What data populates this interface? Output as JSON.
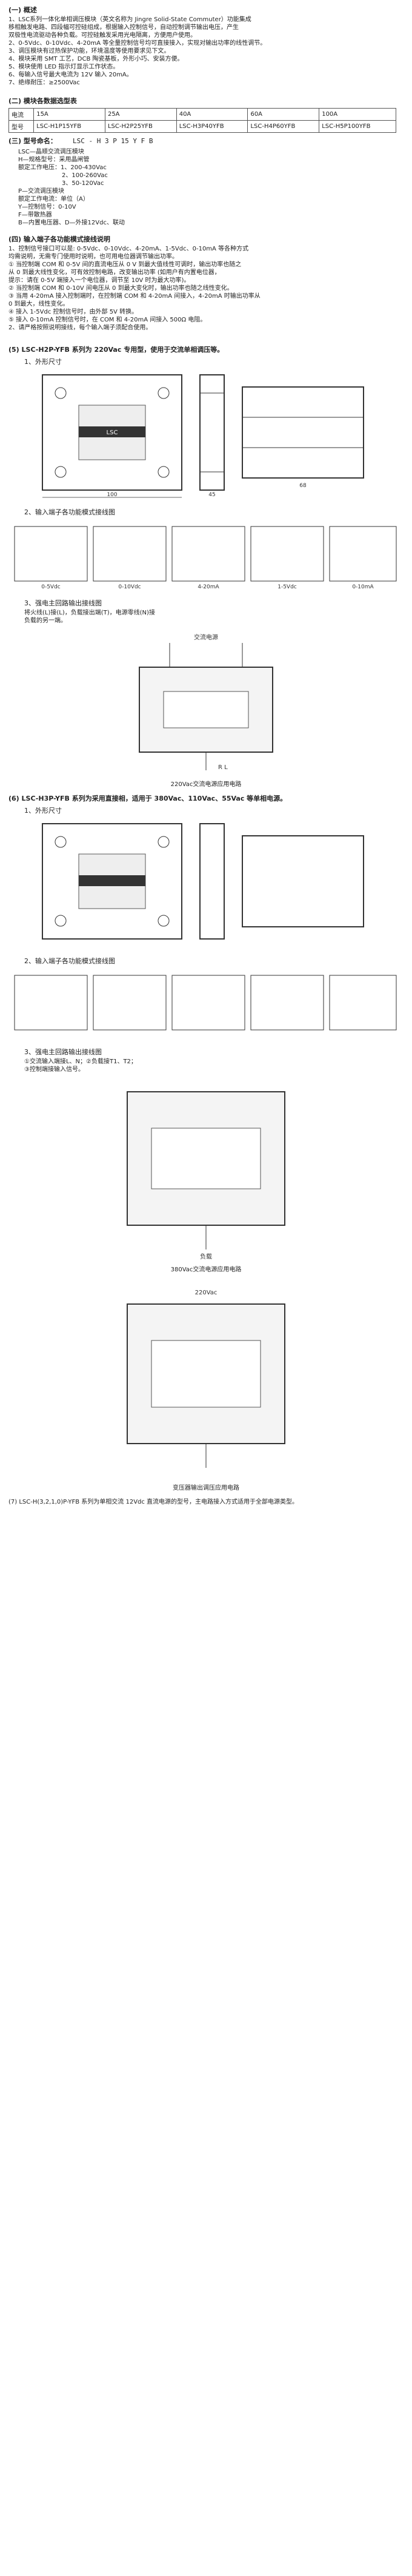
{
  "intro": {
    "section": "(一) 概述",
    "lines": [
      "1、LSC系列一体化单相调压模块（英文名称为 Jingre Solid-State Commuter）功能集成",
      "移相触发电路、四段幅可控硅组成，根据输入控制信号，自动控制调节输出电压，产生",
      "双极性电流驱动各种负载。可控硅触发采用光电隔离，方便用户使用。",
      "2、0-5Vdc、0-10Vdc、4-20mA 等全量控制信号均可直接接入，实现对输出功率的线性调节。",
      "3、调压模块有过热保护功能，环境温度等使用要求见下文。",
      "4、模块采用 SMT 工艺，DCB 陶瓷基板，外形小巧、安装方便。",
      "5、模块使用 LED 指示灯显示工作状态。",
      "6、每输入信号最大电流为 12V 输入 20mA。",
      "7、绝缘耐压：≥2500Vac"
    ]
  },
  "model_section": {
    "title": "(二) 模块各数据选型表",
    "headers": [
      "电流",
      "15A",
      "25A",
      "40A",
      "60A",
      "100A"
    ],
    "row_label": "型号",
    "models": [
      "LSC-H1P15YFB",
      "LSC-H2P25YFB",
      "LSC-H3P40YFB",
      "LSC-H4P60YFB",
      "LSC-H5P100YFB"
    ]
  },
  "model_code": {
    "title": "(三) 型号命名：",
    "code": "LSC - H 3 P 15 Y F B",
    "items": [
      "LSC—晶顺交流调压模块",
      "H—规格型号：采用晶闸管",
      "额定工作电压：1、200-430Vac",
      "2、100-260Vac",
      "3、50-120Vac",
      "P—交流调压模块",
      "额定工作电流：单位（A）",
      "Y—控制信号：0-10V",
      "F—带散热器",
      "B—内置电压器、D—外接12Vdc、联动"
    ]
  },
  "mode_section": {
    "title": "(四) 输入端子各功能模式接线说明",
    "lines": [
      "1、控制信号接口可以是: 0-5Vdc、0-10Vdc、4-20mA、1-5Vdc、0-10mA 等各种方式",
      "均需说明，无需专门使用时说明，也可用电位器调节输出功率。",
      "① 当控制端 COM 和 0-5V 间的直流电压从 0 V 到最大值线性可调时，输出功率也随之",
      "从 0 到最大线性变化，可有效控制电路，改变输出功率 (如用户有内置电位器，",
      "提示：请在 0-5V 端接入一个电位器，调节至 10V 时为最大功率)。",
      "② 当控制端 COM 和 0-10V 间电压从 0 到最大变化时，输出功率也随之线性变化。",
      "③ 当用 4-20mA 接入控制端时，在控制端 COM 和 4-20mA 间接入，4-20mA 时输出功率从",
      "0 到最大，线性变化。",
      "④ 接入 1-5Vdc 控制信号时，由外部 5V 转换。",
      "⑤ 接入 0-10mA 控制信号时，在 COM 和 4-20mA 间接入 500Ω 电阻。",
      "2、请严格按照说明接线，每个输入端子须配合使用。"
    ]
  },
  "sec_220": {
    "title": "(5) LSC-H2P-YFB 系列为 220Vac 专用型，使用于交流单相调压等。",
    "dims_title": "1、外形尺寸",
    "wiring_title": "2、输入端子各功能模式接线图",
    "main_title": "3、强电主回路输出接线图",
    "main_lines": [
      "将火线(L)接(L)，负载接出端(T)，电源零线(N)接",
      "负载的另一端。"
    ]
  },
  "sec_380": {
    "title": "(6) LSC-H3P-YFB 系列为采用直接相，适用于 380Vac、110Vac、55Vac 等单相电源。",
    "dims_title": "1、外形尺寸",
    "wiring_title": "2、输入端子各功能模式接线图",
    "main_title": "3、强电主回路输出接线图",
    "main_lines": [
      "①交流输入端接L、N；②负载接T1、T2；",
      "③控制端接输入信号。"
    ]
  },
  "captions": {
    "fig_ac220": "220Vac交流电源应用电路",
    "fig_ac380": "380Vac交流电源应用电路",
    "fig_trans": "变压器输出调压应用电路"
  },
  "labels": {
    "ac_source": "交流电源",
    "load": "负载",
    "ac_220": "220Vac",
    "rl": "R L",
    "w_05": "0-5Vdc",
    "w_010": "0-10Vdc",
    "w_420": "4-20mA",
    "w_15": "1-5Vdc",
    "w_010ma": "0-10mA",
    "brand": "LSC",
    "dim1": "100",
    "dim2": "68",
    "dim3": "45"
  },
  "footer": {
    "line": "(7) LSC-H(3,2,1,0)P-YFB 系列为单相交流 12Vdc 直流电源的型号，主电路接入方式适用于全部电源类型。"
  }
}
